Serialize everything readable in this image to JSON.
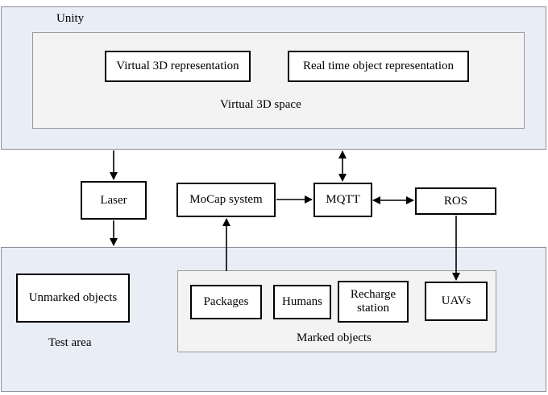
{
  "unity": {
    "title": "Unity",
    "virtual_space_label": "Virtual 3D space",
    "virtual_3d_representation": "Virtual 3D representation",
    "real_time_object_representation": "Real time object representation"
  },
  "middle": {
    "laser": "Laser",
    "mocap": "MoCap system",
    "mqtt": "MQTT",
    "ros": "ROS"
  },
  "test_area": {
    "title": "Test area",
    "unmarked_objects": "Unmarked objects",
    "marked_objects_label": "Marked objects",
    "packages": "Packages",
    "humans": "Humans",
    "recharge_station_line1": "Recharge",
    "recharge_station_line2": "station",
    "uavs": "UAVs"
  }
}
